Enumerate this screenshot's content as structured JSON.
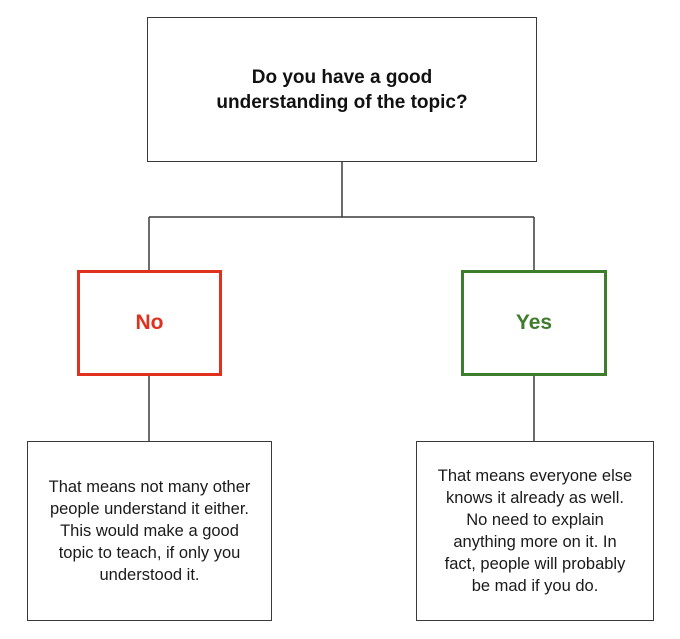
{
  "question": {
    "text": "Do you have a good understanding of the topic?"
  },
  "answers": {
    "no": {
      "label": "No",
      "color": "#e0301e"
    },
    "yes": {
      "label": "Yes",
      "color": "#3e7d2b"
    }
  },
  "outcomes": {
    "no": {
      "text": "That means not many other people understand it either. This would make a good topic to teach, if only you understood it."
    },
    "yes": {
      "text": "That means everyone else knows it already as well. No need to explain anything more on it. In fact, people will probably be mad if you do."
    }
  }
}
